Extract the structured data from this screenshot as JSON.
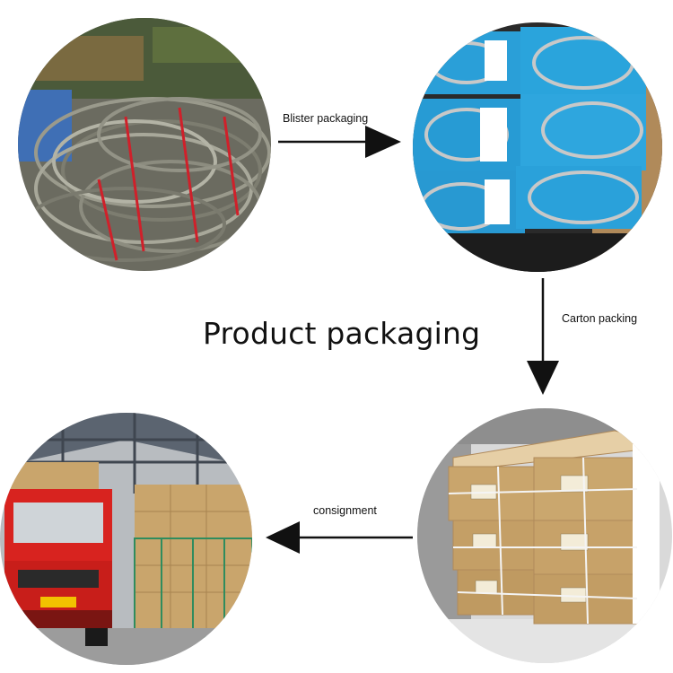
{
  "title": "Product packaging",
  "steps": {
    "blister": "Blister packaging",
    "carton": "Carton packing",
    "consignment": "consignment"
  },
  "photos": [
    {
      "icon": "coiled-hoses-photo"
    },
    {
      "icon": "blister-packs-photo"
    },
    {
      "icon": "cartons-photo"
    },
    {
      "icon": "truck-warehouse-photo"
    }
  ]
}
